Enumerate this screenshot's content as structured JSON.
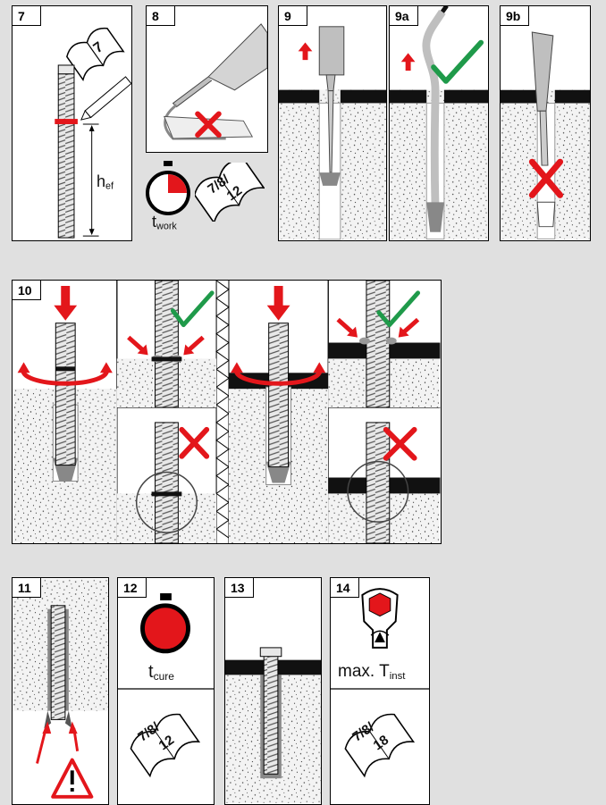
{
  "steps": {
    "s7": "7",
    "s8": "8",
    "s9": "9",
    "s9a": "9a",
    "s9b": "9b",
    "s10": "10",
    "s11": "11",
    "s12": "12",
    "s13": "13",
    "s14": "14"
  },
  "labels": {
    "booklet_7": "7",
    "h_ef_main": "h",
    "h_ef_sub": "ef",
    "t_work_main": "t",
    "t_work_sub": "work",
    "booklet_7_8_12_top": "7/8/",
    "booklet_7_8_12_bottom": "12",
    "t_cure_main": "t",
    "t_cure_sub": "cure",
    "booklet_12_top": "7/8/",
    "booklet_12_bottom": "12",
    "tinst_prefix": "max. T",
    "tinst_sub": "inst",
    "booklet_18_top": "7/8/",
    "booklet_18_bottom": "18"
  },
  "colors": {
    "background": "#e0e0e0",
    "red": "#e3161b",
    "green": "#1f9a4a",
    "concrete": "#f3f3f3",
    "steel": "#bfbfbf",
    "dark": "#111111"
  }
}
